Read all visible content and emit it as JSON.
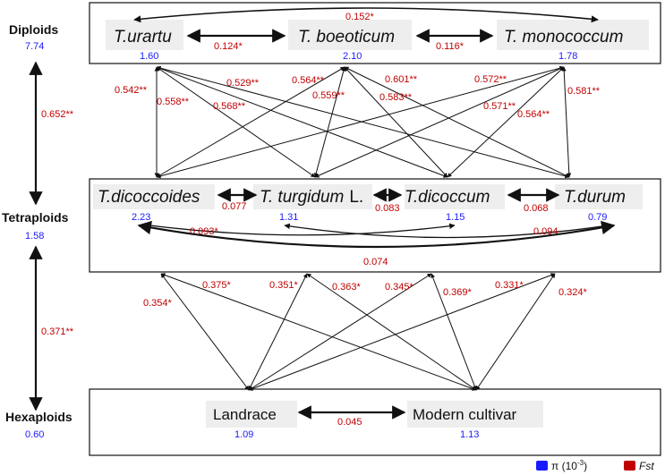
{
  "levels": {
    "diploids": {
      "label": "Diploids",
      "pi": "7.74"
    },
    "tetraploids": {
      "label": "Tetraploids",
      "pi": "1.58"
    },
    "hexaploids": {
      "label": "Hexaploids",
      "pi": "0.60"
    }
  },
  "between_levels": {
    "dip_tet": "0.652**",
    "tet_hex": "0.371**"
  },
  "diploid_species": [
    {
      "name": "T.urartu",
      "pi": "1.60"
    },
    {
      "name": "T. boeoticum",
      "pi": "2.10"
    },
    {
      "name": "T. monococcum",
      "pi": "1.78"
    }
  ],
  "tetraploid_species": [
    {
      "name": "T.dicoccoides",
      "pi": "2.23"
    },
    {
      "name": "T. turgidum",
      "suffix": "L.",
      "pi": "1.31"
    },
    {
      "name": "T.dicoccum",
      "pi": "1.15"
    },
    {
      "name": "T.durum",
      "pi": "0.79"
    }
  ],
  "hexaploid_species": [
    {
      "name": "Landrace",
      "pi": "1.09"
    },
    {
      "name": "Modern cultivar",
      "pi": "1.13"
    }
  ],
  "fst_within": {
    "urartu_boeoticum": "0.124*",
    "boeoticum_monococcum": "0.116*",
    "urartu_monococcum": "0.152*",
    "dicoccoides_turgidum": "0.077",
    "turgidum_dicoccum": "0.083",
    "dicoccum_durum": "0.068",
    "dicoccoides_dicoccum": "0.093*",
    "turgidum_durum": "0.094",
    "dicoccoides_durum": "0.074",
    "landrace_modern": "0.045"
  },
  "fst_dip_tet": [
    "0.542**",
    "0.558**",
    "0.529**",
    "0.568**",
    "0.564**",
    "0.559**",
    "0.601**",
    "0.583**",
    "0.572**",
    "0.571**",
    "0.581**",
    "0.564**"
  ],
  "fst_tet_hex": [
    "0.354*",
    "0.375*",
    "0.351*",
    "0.363*",
    "0.345*",
    "0.369*",
    "0.331*",
    "0.324*"
  ],
  "legend": {
    "pi_label": "π (10",
    "pi_exp": "-3",
    "pi_close": ")",
    "fst_label": "Fst",
    "pi_color": "#1a1aff",
    "fst_color": "#c00000"
  }
}
